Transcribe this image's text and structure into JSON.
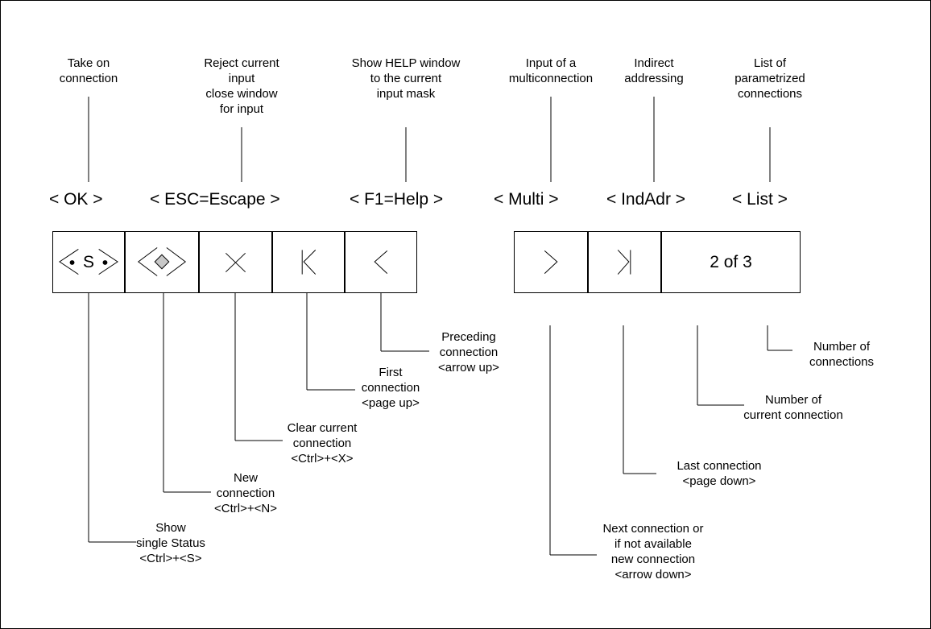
{
  "top_labels": [
    {
      "lines": [
        "Take on",
        "connection"
      ]
    },
    {
      "lines": [
        "Reject current",
        "input",
        "close window",
        "for input"
      ]
    },
    {
      "lines": [
        "Show HELP window",
        "to the current",
        "input mask"
      ]
    },
    {
      "lines": [
        "Input of a",
        "multiconnection"
      ]
    },
    {
      "lines": [
        "Indirect",
        "addressing"
      ]
    },
    {
      "lines": [
        "List of",
        "parametrized",
        "connections"
      ]
    }
  ],
  "keys": [
    "< OK >",
    "< ESC=Escape >",
    "< F1=Help >",
    "< Multi >",
    "< IndAdr >",
    "< List >"
  ],
  "toolbar_left": [
    {
      "icon": "single-status-icon",
      "glyph": "S"
    },
    {
      "icon": "new-connection-icon"
    },
    {
      "icon": "clear-icon"
    },
    {
      "icon": "first-connection-icon"
    },
    {
      "icon": "preceding-connection-icon"
    }
  ],
  "toolbar_right": [
    {
      "icon": "next-connection-icon"
    },
    {
      "icon": "last-connection-icon"
    }
  ],
  "counter": "2 of 3",
  "bottom_labels": [
    {
      "lines": [
        "Preceding",
        "connection",
        "<arrow up>"
      ]
    },
    {
      "lines": [
        "First",
        "connection",
        "<page up>"
      ]
    },
    {
      "lines": [
        "Clear current",
        "connection",
        "<Ctrl>+<X>"
      ]
    },
    {
      "lines": [
        "New",
        "connection",
        "<Ctrl>+<N>"
      ]
    },
    {
      "lines": [
        "Show",
        "single Status",
        "<Ctrl>+<S>"
      ]
    },
    {
      "lines": [
        "Number of",
        "connections"
      ]
    },
    {
      "lines": [
        "Number of",
        "current connection"
      ]
    },
    {
      "lines": [
        "Last connection",
        "<page down>"
      ]
    },
    {
      "lines": [
        "Next connection or",
        "if not available",
        "new connection",
        "<arrow down>"
      ]
    }
  ]
}
